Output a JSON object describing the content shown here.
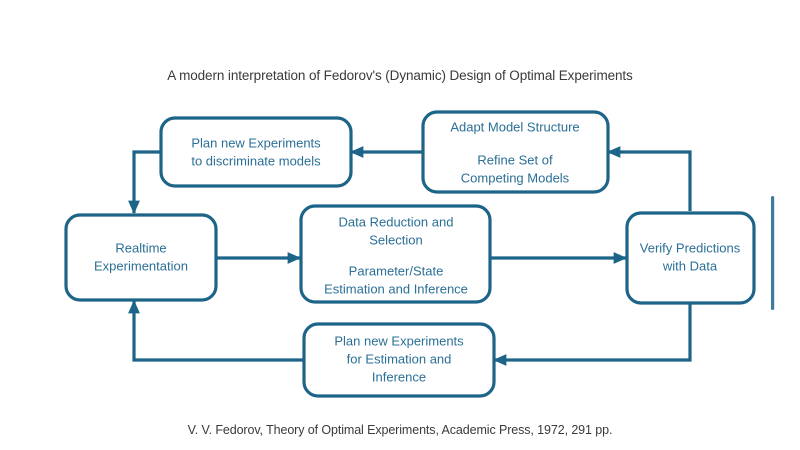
{
  "page": {
    "title": "A modern interpretation of Fedorov's (Dynamic) Design of Optimal Experiments",
    "caption": "V. V. Fedorov, Theory of Optimal Experiments, Academic Press, 1972, 291 pp.",
    "background_color": "#ffffff",
    "accent_color": "#1d6489",
    "text_color": "#2b6f96"
  },
  "diagram": {
    "type": "flowchart",
    "nodes": [
      {
        "id": "plan-discriminate",
        "lines": [
          "Plan new Experiments",
          "to discriminate models"
        ]
      },
      {
        "id": "adapt-model",
        "lines": [
          "Adapt Model Structure",
          "",
          "Refine Set of",
          "Competing Models"
        ]
      },
      {
        "id": "realtime-experimentation",
        "lines": [
          "Realtime",
          "Experimentation"
        ]
      },
      {
        "id": "data-reduction",
        "lines": [
          "Data Reduction and",
          "Selection",
          "",
          "Parameter/State",
          "Estimation and Inference"
        ]
      },
      {
        "id": "verify-predictions",
        "lines": [
          "Verify Predictions",
          "with Data"
        ]
      },
      {
        "id": "plan-estimation",
        "lines": [
          "Plan new Experiments",
          "for Estimation and",
          "Inference"
        ]
      }
    ],
    "edges": [
      {
        "id": "edge-verify-to-adapt",
        "from": "verify-predictions",
        "to": "adapt-model"
      },
      {
        "id": "edge-adapt-to-plan-discriminate",
        "from": "adapt-model",
        "to": "plan-discriminate"
      },
      {
        "id": "edge-plan-discriminate-to-realtime",
        "from": "plan-discriminate",
        "to": "realtime-experimentation"
      },
      {
        "id": "edge-realtime-to-data-reduction",
        "from": "realtime-experimentation",
        "to": "data-reduction"
      },
      {
        "id": "edge-data-reduction-to-verify",
        "from": "data-reduction",
        "to": "verify-predictions"
      },
      {
        "id": "edge-verify-to-plan-estimation",
        "from": "verify-predictions",
        "to": "plan-estimation"
      },
      {
        "id": "edge-plan-estimation-to-realtime",
        "from": "plan-estimation",
        "to": "realtime-experimentation"
      }
    ]
  }
}
